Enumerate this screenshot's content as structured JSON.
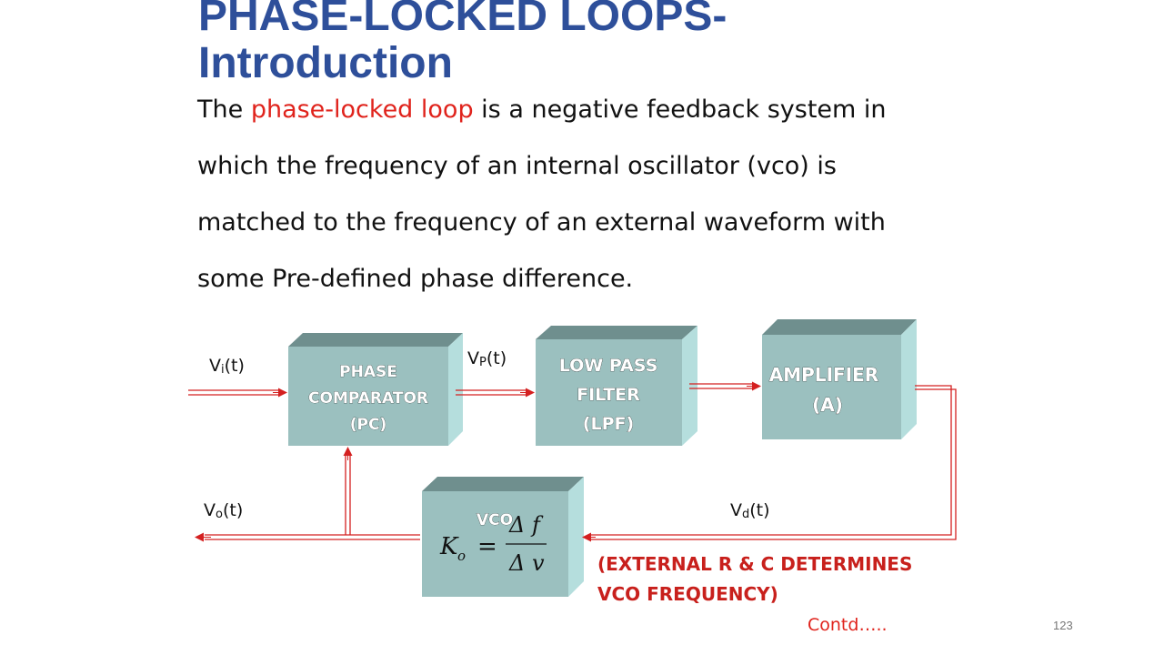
{
  "slide": {
    "title_line1": "PHASE-LOCKED LOOPS-",
    "title_line2": "Introduction",
    "para": {
      "l1_pre": "The ",
      "l1_hl": "phase-locked loop",
      "l1_post": " is a negative feedback system in",
      "l2": "which  the frequency of an internal oscillator (vco) is",
      "l3": "matched to the frequency of an external waveform  with",
      "l4": "some Pre-defined phase difference."
    },
    "colors": {
      "title": "#2e4f9a",
      "highlight": "#e0231c",
      "block_front": "#9bc0bf",
      "block_top": "#6f8f8e",
      "block_side": "#b5dedd",
      "arrow": "#d42020"
    }
  },
  "diagram": {
    "blocks": {
      "pc": {
        "l1": "PHASE",
        "l2": "COMPARATOR",
        "l3": "(PC)"
      },
      "lpf": {
        "l1": "LOW PASS",
        "l2": "FILTER",
        "l3": "(LPF)"
      },
      "amp": {
        "l1": "AMPLIFIER",
        "l2": "(A)"
      },
      "vco": {
        "l1": "VCO",
        "formula_lhs": "K",
        "formula_sub": "o",
        "formula_eq": "=",
        "num": "Δ f",
        "den": "Δ v"
      }
    },
    "signals": {
      "vi": {
        "v": "V",
        "sub": "i",
        "t": "(t)"
      },
      "vp": {
        "v": "V",
        "sub": "P",
        "t": "(t)"
      },
      "vo": {
        "v": "V",
        "sub": "o",
        "t": "(t)"
      },
      "vd": {
        "v": "V",
        "sub": "d",
        "t": "(t)"
      }
    },
    "note_l1": "(EXTERNAL R & C DETERMINES",
    "note_l2": "VCO FREQUENCY)"
  },
  "footer": {
    "contd": "Contd…..",
    "page_number": "123"
  }
}
